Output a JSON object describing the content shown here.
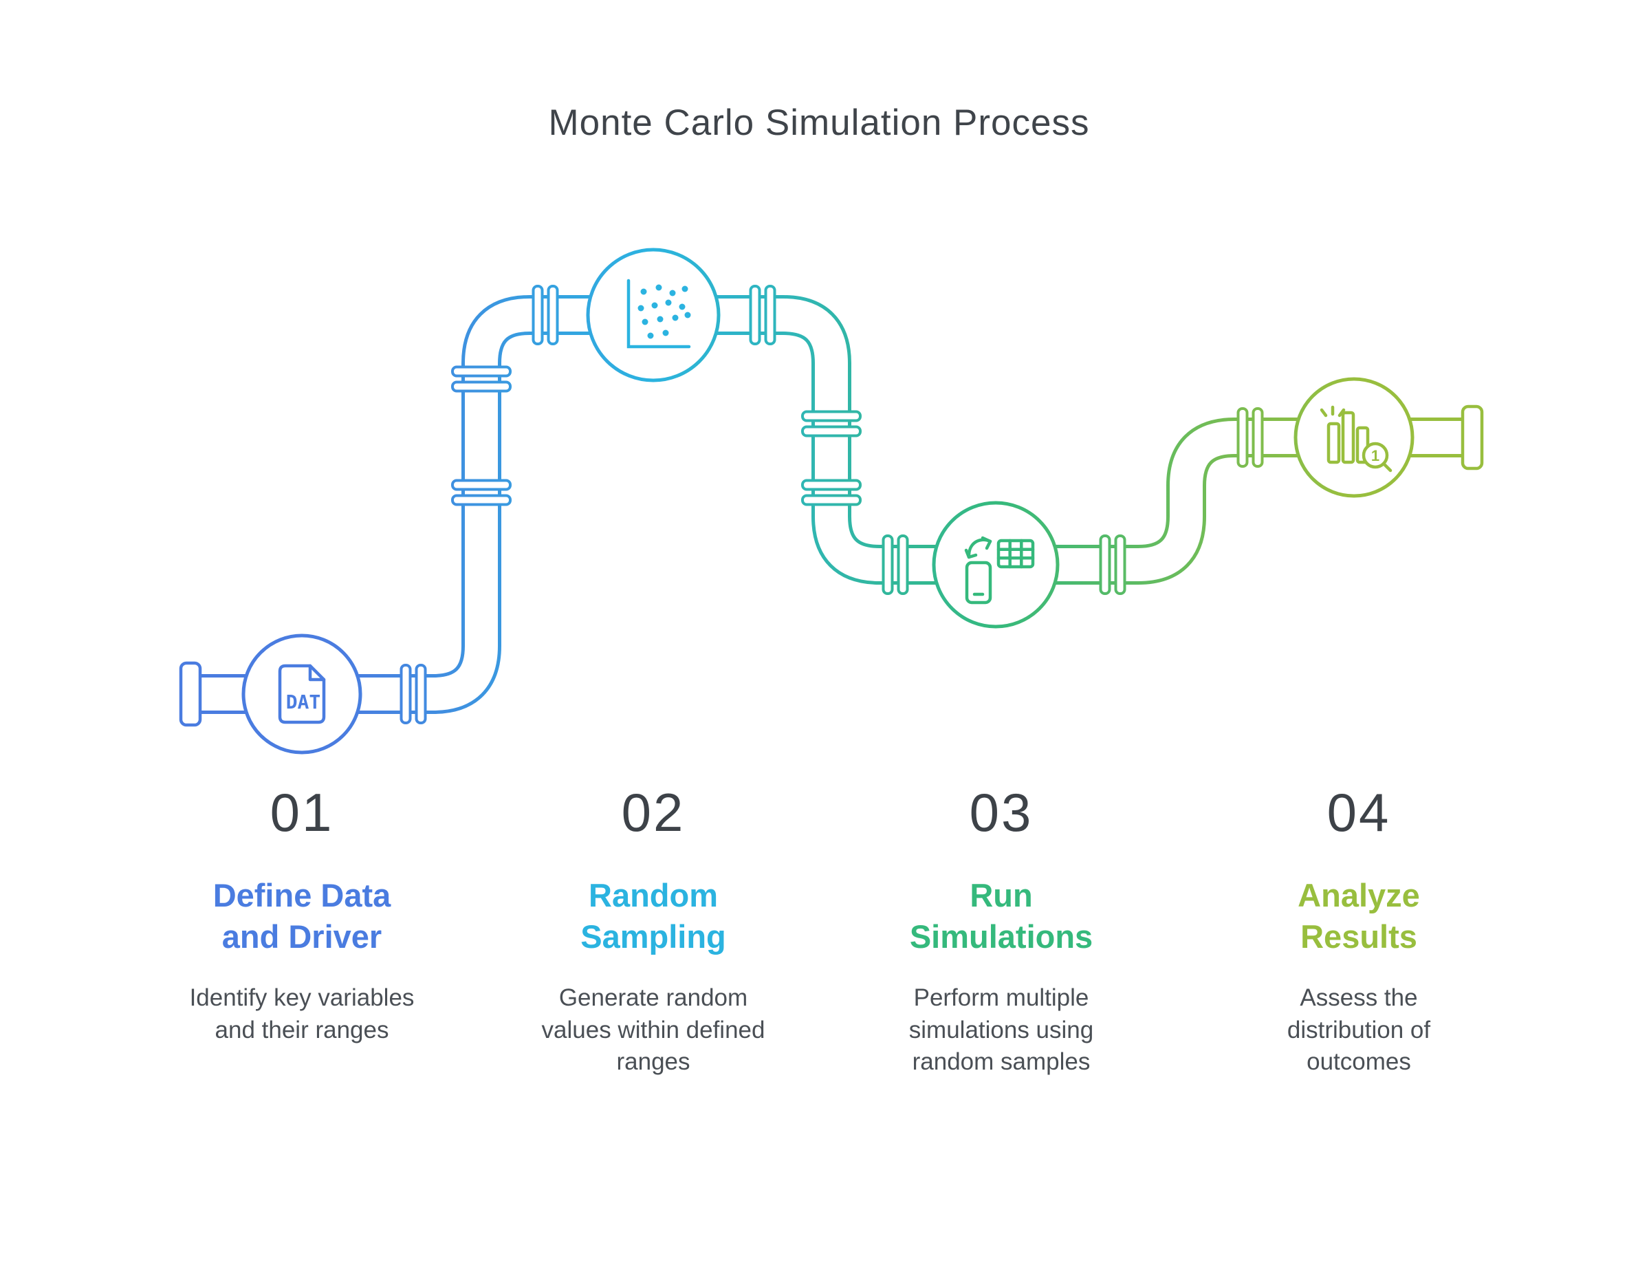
{
  "title": "Monte Carlo Simulation Process",
  "colors": {
    "step1": "#4a7ce0",
    "step2": "#2bb3e0",
    "step3": "#35b97c",
    "step4": "#98be3e",
    "number_text": "#3d4248",
    "body_text": "#4a4f55",
    "title_text": "#3f444a"
  },
  "steps": [
    {
      "number": "01",
      "color": "#4a7ce0",
      "icon": "dat-file-icon",
      "icon_label": "DAT",
      "title_lines": [
        "Define Data",
        "and Driver"
      ],
      "description_lines": [
        "Identify key variables",
        "and their ranges"
      ]
    },
    {
      "number": "02",
      "color": "#2bb3e0",
      "icon": "scatter-plot-icon",
      "title_lines": [
        "Random",
        "Sampling"
      ],
      "description_lines": [
        "Generate random",
        "values within defined",
        "ranges"
      ]
    },
    {
      "number": "03",
      "color": "#35b97c",
      "icon": "device-sync-icon",
      "title_lines": [
        "Run",
        "Simulations"
      ],
      "description_lines": [
        "Perform multiple",
        "simulations using",
        "random samples"
      ]
    },
    {
      "number": "04",
      "color": "#98be3e",
      "icon": "chart-magnifier-icon",
      "icon_badge": "1",
      "title_lines": [
        "Analyze",
        "Results"
      ],
      "description_lines": [
        "Assess the",
        "distribution of",
        "outcomes"
      ]
    }
  ]
}
